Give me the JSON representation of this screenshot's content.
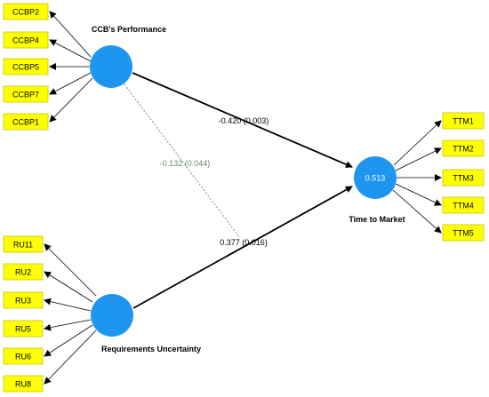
{
  "colors": {
    "construct_fill": "#1e96f0",
    "indicator_fill": "#ffff00",
    "solid_path": "#000000",
    "dashed_path": "#5f8a5f"
  },
  "constructs": {
    "ccb": {
      "label": "CCB's Performance",
      "value": ""
    },
    "ru": {
      "label": "Requirements Uncertainty",
      "value": ""
    },
    "ttm": {
      "label": "Time to Market",
      "value": "0.513"
    }
  },
  "indicators": {
    "ccb": [
      "CCBP2",
      "CCBP4",
      "CCBP5",
      "CCBP7",
      "CCBP1"
    ],
    "ru": [
      "RU11",
      "RU2",
      "RU3",
      "RU5",
      "RU6",
      "RU8"
    ],
    "ttm": [
      "TTM1",
      "TTM2",
      "TTM3",
      "TTM4",
      "TTM5"
    ]
  },
  "paths": {
    "ccb_ttm": "-0.420 (0.003)",
    "ru_ttm": "0.377 (0.016)",
    "ccb_ru_dashed": "-0.132 (0.044)"
  }
}
